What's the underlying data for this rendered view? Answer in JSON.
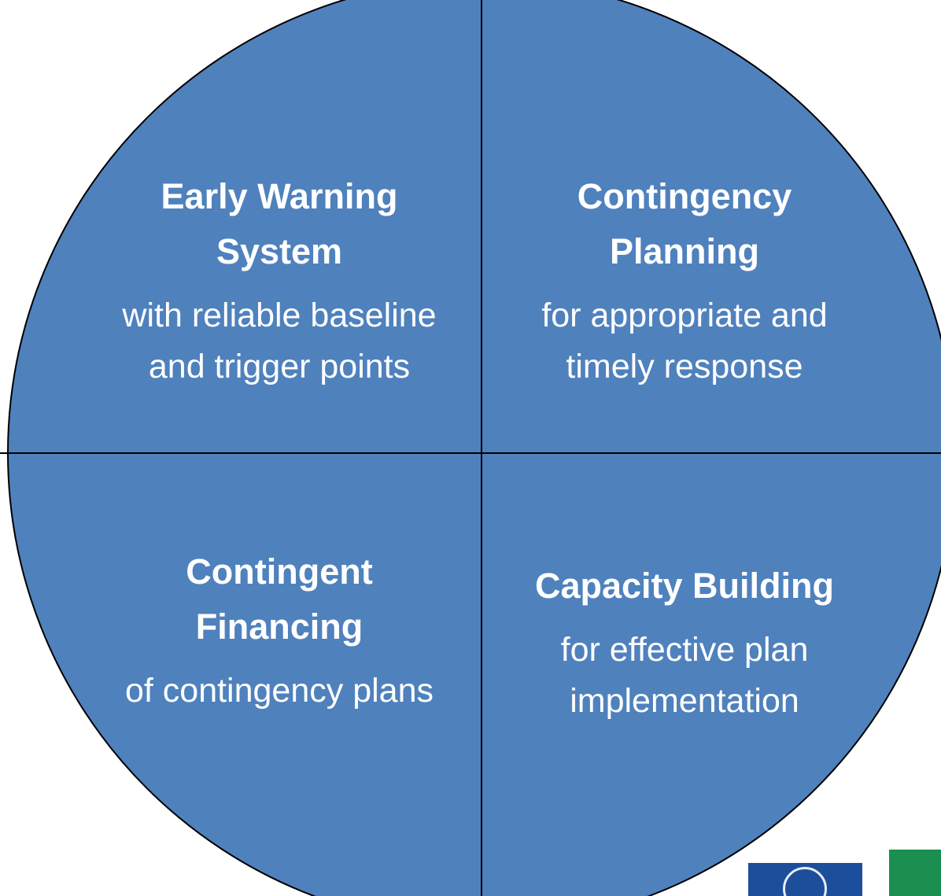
{
  "diagram": {
    "colors": {
      "fill": "#4f81bd",
      "stroke": "#000000",
      "text": "#ffffff"
    },
    "quadrants": {
      "top_left": {
        "title": "Early Warning\nSystem",
        "subtitle": "with reliable baseline\nand trigger points"
      },
      "top_right": {
        "title": "Contingency\nPlanning",
        "subtitle": "for appropriate and\ntimely response"
      },
      "bottom_left": {
        "title": "Contingent\nFinancing",
        "subtitle": "of contingency plans"
      },
      "bottom_right": {
        "title": "Capacity Building",
        "subtitle": "for effective plan\nimplementation"
      }
    }
  },
  "logos": {
    "left": {
      "icon": "emblem-logo-icon",
      "color": "#1d4e9c"
    },
    "right": {
      "icon": "green-logo-icon",
      "color": "#1a8f50"
    }
  }
}
